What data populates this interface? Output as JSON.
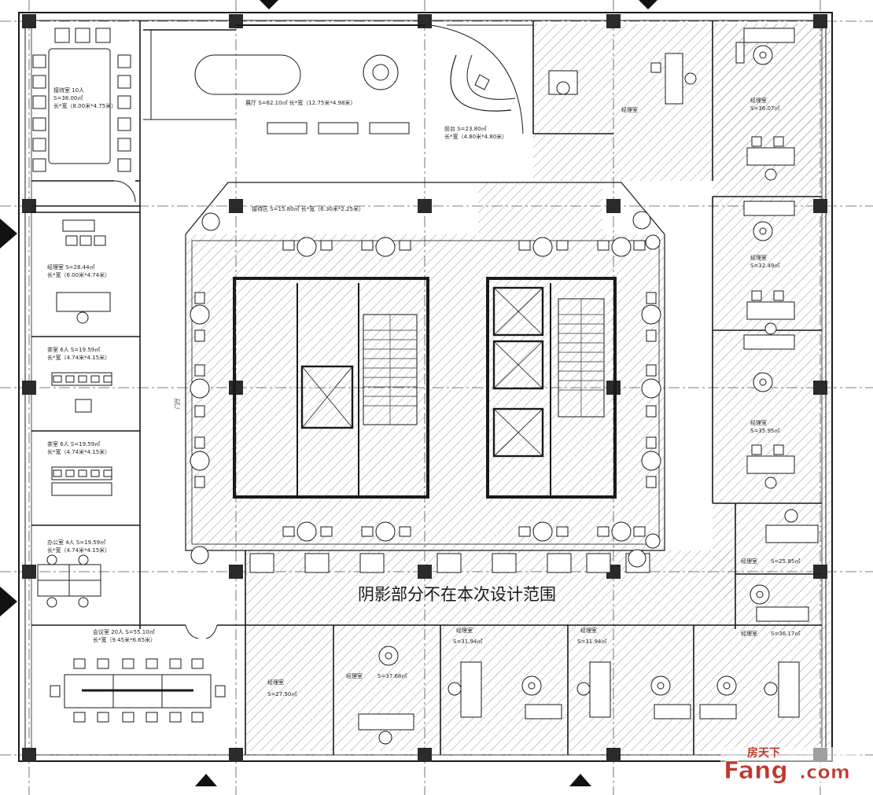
{
  "plan": {
    "note": "阴影部分不在本次设计范围",
    "rooms": {
      "reception_room": {
        "line1": "接待室 10人",
        "line2": "S=38.00㎡",
        "line3": "长*宽（8.00米*4.75米）"
      },
      "hall": {
        "line1": "展厅 S=62.10㎡ 长*宽（12.75米*4.98米）"
      },
      "front_desk": {
        "line1": "前台 S=23.80㎡",
        "line2": "长*宽（4.80米*4.80米）"
      },
      "manager_room": {
        "line1": "经理室 S=28.44㎡",
        "line2": "长*宽（6.00米*4.74米）"
      },
      "tea_room_1": {
        "line1": "茶室 6人 S=19.59㎡",
        "line2": "长*宽（4.74米*4.15米）"
      },
      "tea_room_2": {
        "line1": "茶室 6人 S=19.59㎡",
        "line2": "长*宽（4.74米*4.15米）"
      },
      "office": {
        "line1": "办公室 4人 S=19.59㎡",
        "line2": "长*宽（4.74米*4.15米）"
      },
      "meeting_room": {
        "line1": "会议室 20人 S=55.10㎡",
        "line2": "长*宽（9.45米*6.65米）"
      },
      "reception_area": {
        "line1": "接待区 S=15.80㎡ 长*宽（6.30米*2.25米）"
      },
      "side_door": "门厅",
      "right_room_1": {
        "line1": "经理室",
        "line2": "S=36.07㎡"
      },
      "right_room_2": {
        "line1": "经理室",
        "line2": "S=32.49㎡"
      },
      "right_room_3": {
        "line1": "经理室",
        "line2": "S=35.95㎡"
      },
      "right_room_4": {
        "line1": "经理室",
        "line2": "S=25.85㎡"
      },
      "right_room_5": {
        "line1": "经理室",
        "line2": "S=36.17㎡"
      },
      "bottom_room_1": {
        "line1": "经理室",
        "line2": "S=27.50㎡"
      },
      "bottom_room_2": {
        "line1": "经理室",
        "line2": "S=37.68㎡"
      },
      "bottom_room_3": {
        "line1": "经理室",
        "line2": "S=31.94㎡"
      },
      "bottom_room_4": {
        "line1": "经理室",
        "line2": "S=31.94㎡"
      },
      "top_small": "经理室"
    },
    "watermark": {
      "prefix": "房天下",
      "brand": "Fang",
      "dot": ".com",
      "color": "#c0392b"
    }
  }
}
